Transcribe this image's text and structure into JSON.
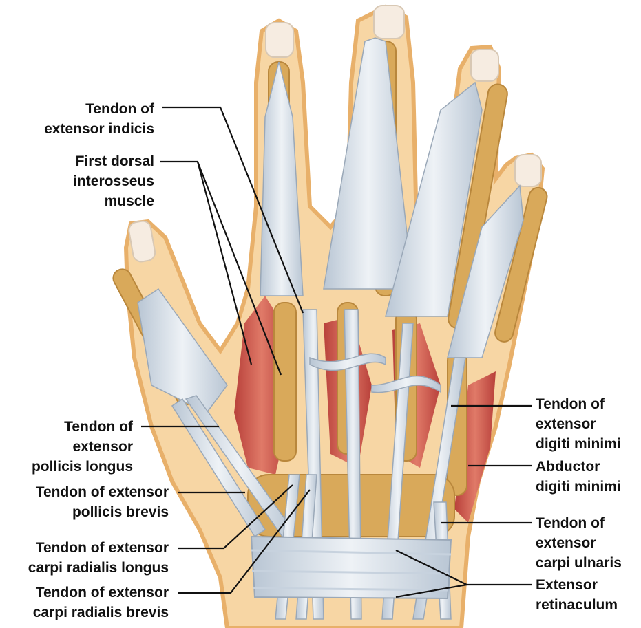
{
  "labels": {
    "extensor_indicis": [
      "Tendon of",
      "extensor indicis"
    ],
    "first_dorsal_interosseus": [
      "First dorsal",
      "interosseus",
      "muscle"
    ],
    "extensor_pollicis_longus": [
      "Tendon of",
      "extensor",
      "pollicis longus"
    ],
    "extensor_pollicis_brevis": [
      "Tendon of extensor",
      "pollicis brevis"
    ],
    "ecr_longus": [
      "Tendon of extensor",
      "carpi radialis longus"
    ],
    "ecr_brevis": [
      "Tendon of extensor",
      "carpi radialis brevis"
    ],
    "extensor_digiti_minimi": [
      "Tendon of",
      "extensor",
      "digiti minimi"
    ],
    "abductor_digiti_minimi": [
      "Abductor",
      "digiti minimi"
    ],
    "extensor_carpi_ulnaris": [
      "Tendon of",
      "extensor",
      "carpi ulnaris"
    ],
    "extensor_retinaculum": [
      "Extensor",
      "retinaculum"
    ]
  },
  "colors": {
    "skin": "#f7d6a4",
    "skin_edge": "#e8b06a",
    "bone": "#d9a95a",
    "tendon": "#dfe6ee",
    "muscle": "#d4574a",
    "nail": "#f6ece1",
    "leader": "#111111"
  }
}
